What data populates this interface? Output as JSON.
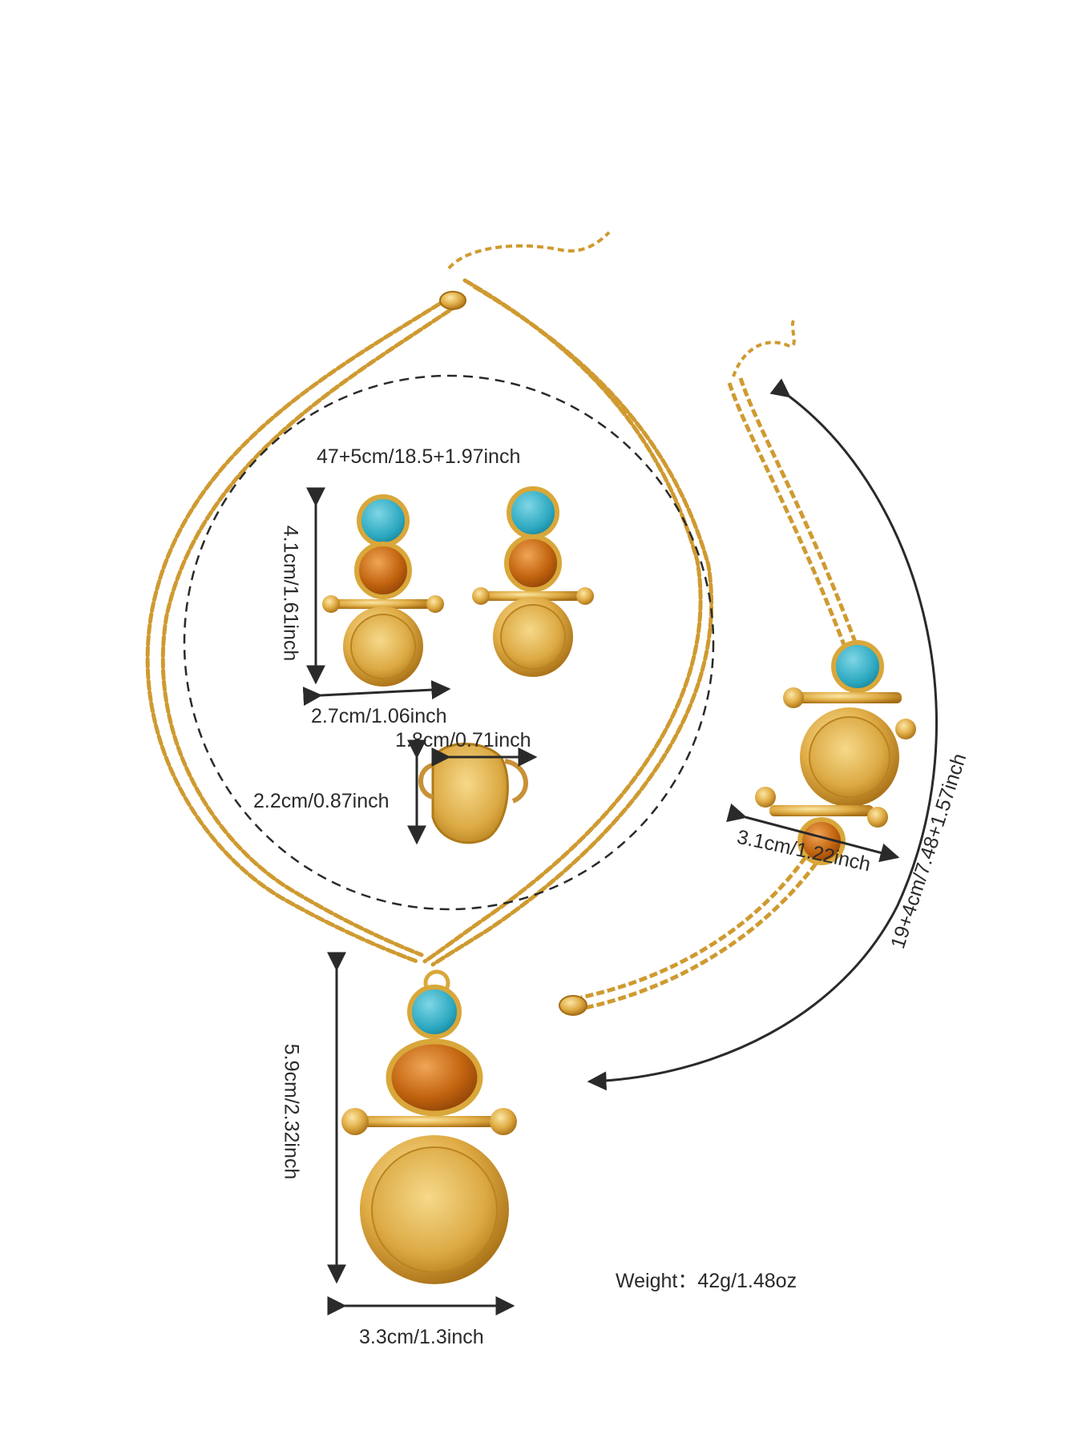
{
  "measurements": {
    "necklace_length": "47+5cm/18.5+1.97inch",
    "earring_height": "4.1cm/1.61inch",
    "earring_width": "2.7cm/1.06inch",
    "ring_width": "1.8cm/0.71inch",
    "ring_height": "2.2cm/0.87inch",
    "bracelet_length": "19+4cm/7.48+1.57inch",
    "bracelet_pendant_width": "3.1cm/1.22inch",
    "pendant_height": "5.9cm/2.32inch",
    "pendant_width": "3.3cm/1.3inch"
  },
  "weight": "Weight：42g/1.48oz",
  "colors": {
    "gold": "#d9a73a",
    "gold_dark": "#b07a18",
    "turquoise": "#2aa7bf",
    "amber": "#c2640f",
    "line": "#2a2a2a"
  }
}
